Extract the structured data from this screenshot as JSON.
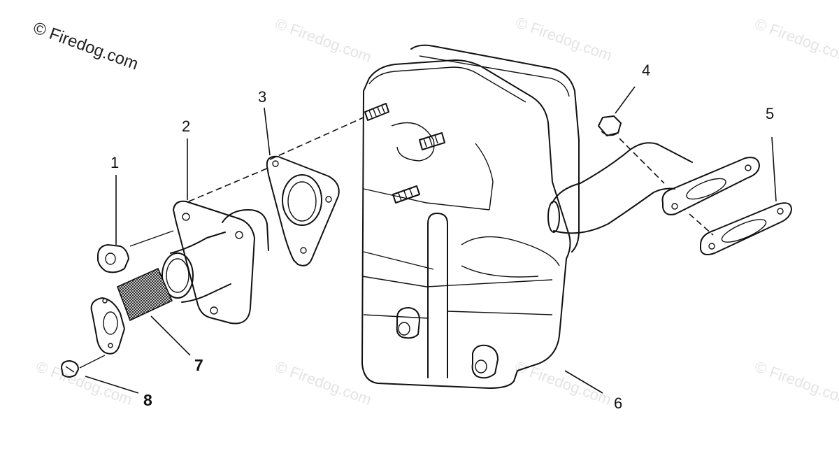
{
  "watermark": {
    "main": "© Firedog.com",
    "tiled": "© Firedog.com"
  },
  "callouts": {
    "c1": "1",
    "c2": "2",
    "c3": "3",
    "c4": "4",
    "c5": "5",
    "c6": "6",
    "c7": "7",
    "c8": "8"
  },
  "colors": {
    "line": "#111111",
    "background": "#ffffff",
    "watermark_faint": "#e4e4e4"
  }
}
